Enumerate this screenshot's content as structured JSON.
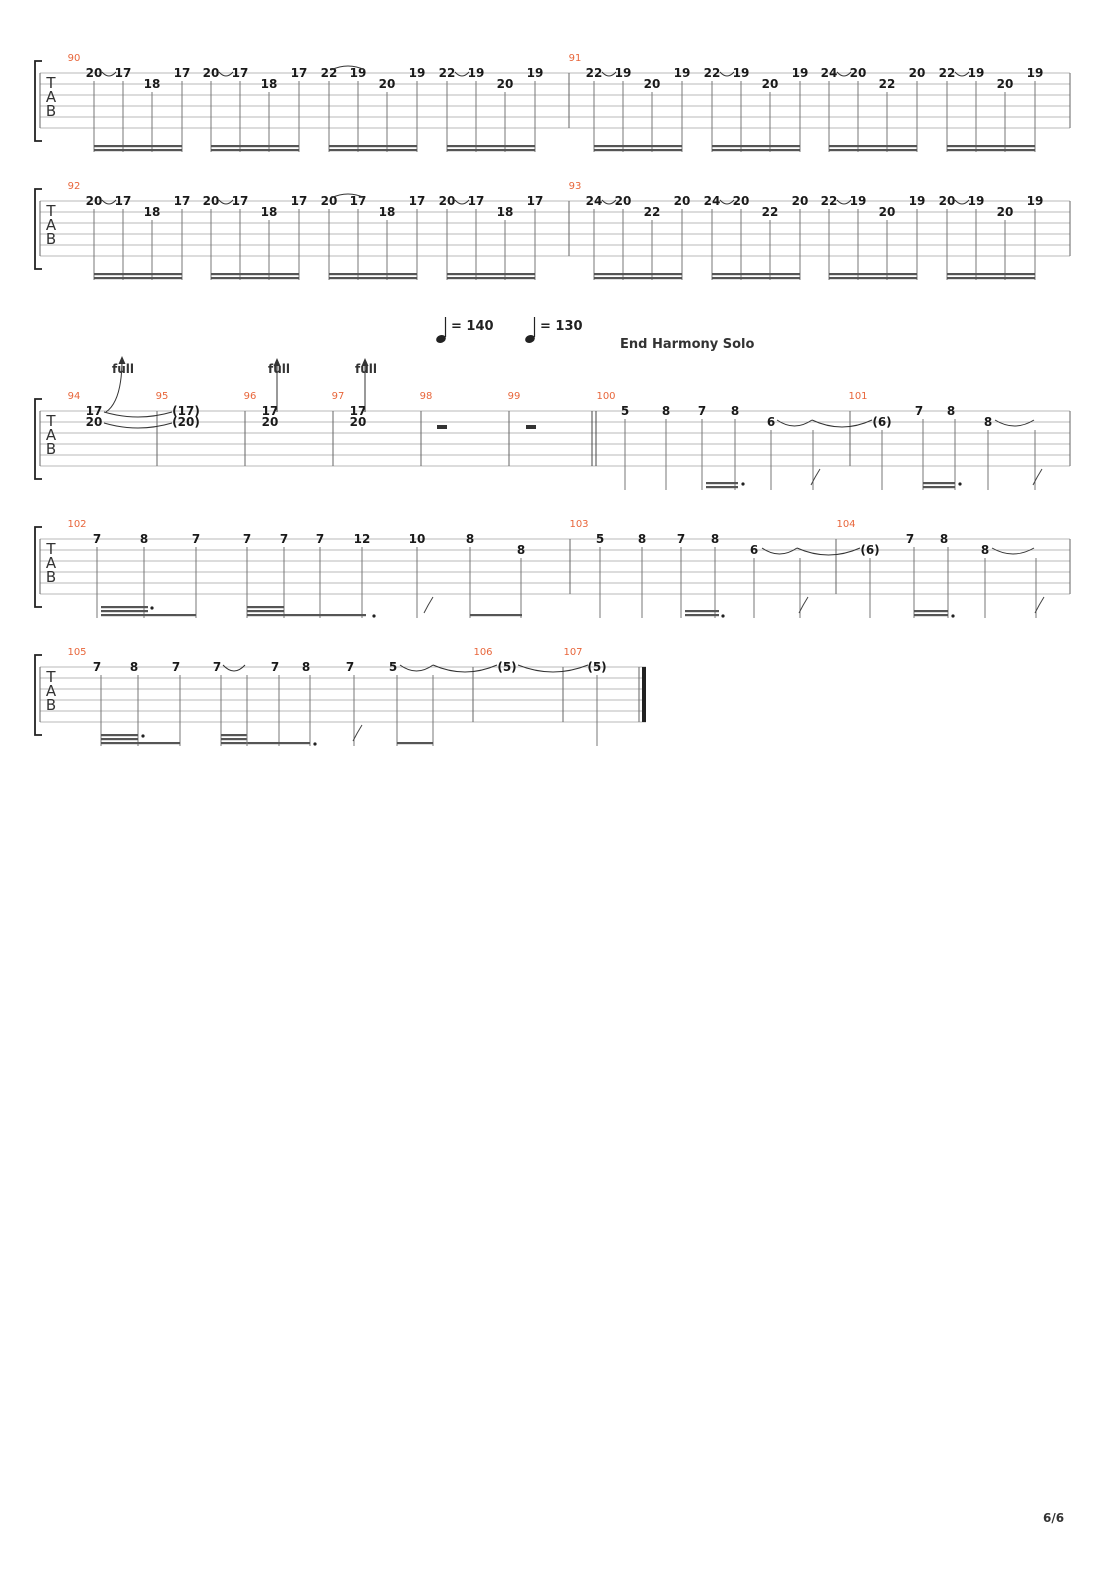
{
  "tab_letters": [
    "T",
    "A",
    "B"
  ],
  "tempo": {
    "first": "= 140",
    "second": "= 130"
  },
  "section_text": "End Harmony Solo",
  "bend_label": "full",
  "footer": {
    "page": "6/6"
  },
  "systems": [
    {
      "measures": [
        "90",
        "91"
      ],
      "notes": [
        "20",
        "17",
        "18",
        "17",
        "20",
        "17",
        "18",
        "17",
        "22",
        "19",
        "20",
        "19",
        "22",
        "19",
        "20",
        "19",
        "22",
        "19",
        "20",
        "19",
        "22",
        "19",
        "20",
        "19",
        "24",
        "20",
        "22",
        "20",
        "22",
        "19",
        "20",
        "19"
      ]
    },
    {
      "measures": [
        "92",
        "93"
      ],
      "notes": [
        "20",
        "17",
        "18",
        "17",
        "20",
        "17",
        "18",
        "17",
        "20",
        "17",
        "18",
        "17",
        "20",
        "17",
        "18",
        "17",
        "24",
        "20",
        "22",
        "20",
        "24",
        "20",
        "22",
        "20",
        "22",
        "19",
        "20",
        "19",
        "20",
        "19",
        "20",
        "19"
      ]
    },
    {
      "measures": [
        "94",
        "95",
        "96",
        "97",
        "98",
        "99",
        "100",
        "101"
      ],
      "notes": [
        "17",
        "20",
        "(17)",
        "(20)",
        "17",
        "20",
        "17",
        "20",
        "5",
        "8",
        "7",
        "8",
        "6",
        "(6)",
        "7",
        "8",
        "8"
      ]
    },
    {
      "measures": [
        "102",
        "103",
        "104"
      ],
      "notes": [
        "7",
        "8",
        "7",
        "7",
        "7",
        "7",
        "12",
        "10",
        "8",
        "8",
        "5",
        "8",
        "7",
        "8",
        "6",
        "(6)",
        "7",
        "8",
        "8"
      ]
    },
    {
      "measures": [
        "105",
        "106",
        "107"
      ],
      "notes": [
        "7",
        "8",
        "7",
        "7",
        "7",
        "8",
        "7",
        "5",
        "(5)",
        "(5)"
      ]
    }
  ]
}
